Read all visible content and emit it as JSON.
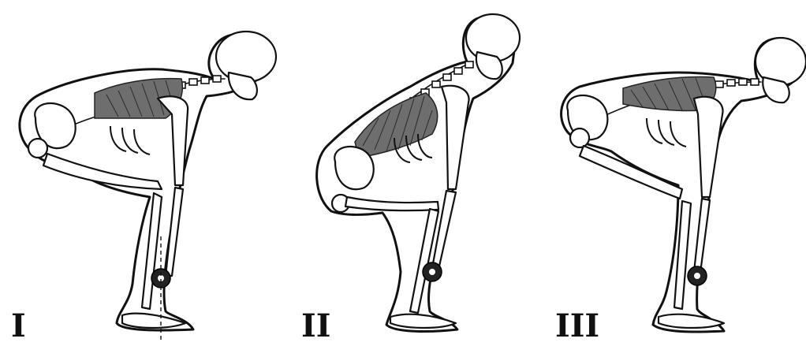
{
  "figures": [
    {
      "label": "I"
    },
    {
      "label": "II"
    },
    {
      "label": "III"
    }
  ]
}
